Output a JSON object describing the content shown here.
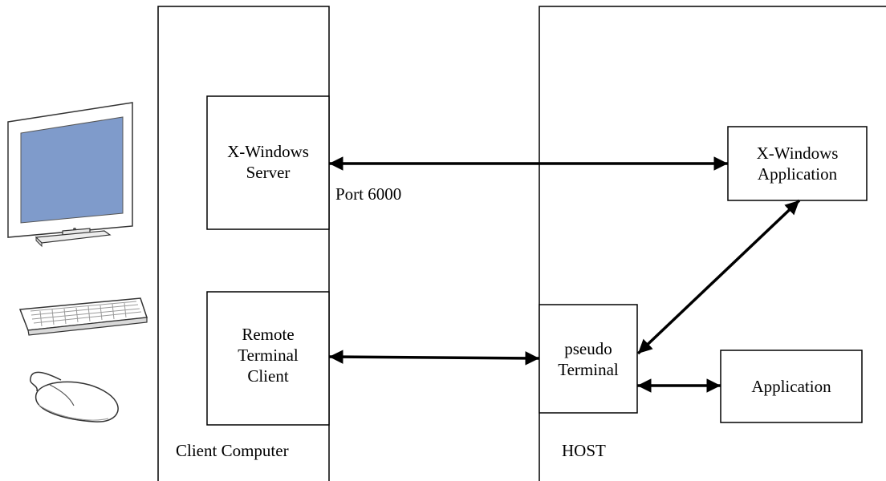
{
  "labels": {
    "xserver_line1": "X-Windows",
    "xserver_line2": "Server",
    "port": "Port 6000",
    "remote_line1": "Remote",
    "remote_line2": "Terminal",
    "remote_line3": "Client",
    "client_computer": "Client Computer",
    "xapp_line1": "X-Windows",
    "xapp_line2": "Application",
    "pseudo_line1": "pseudo",
    "pseudo_line2": "Terminal",
    "application": "Application",
    "host": "HOST"
  },
  "colors": {
    "screen": "#7F9BCB",
    "stroke": "#000000",
    "device_body": "#FFFFFF",
    "device_shade": "#D9D9D9"
  },
  "icons": [
    "monitor-icon",
    "keyboard-icon",
    "mouse-icon"
  ]
}
